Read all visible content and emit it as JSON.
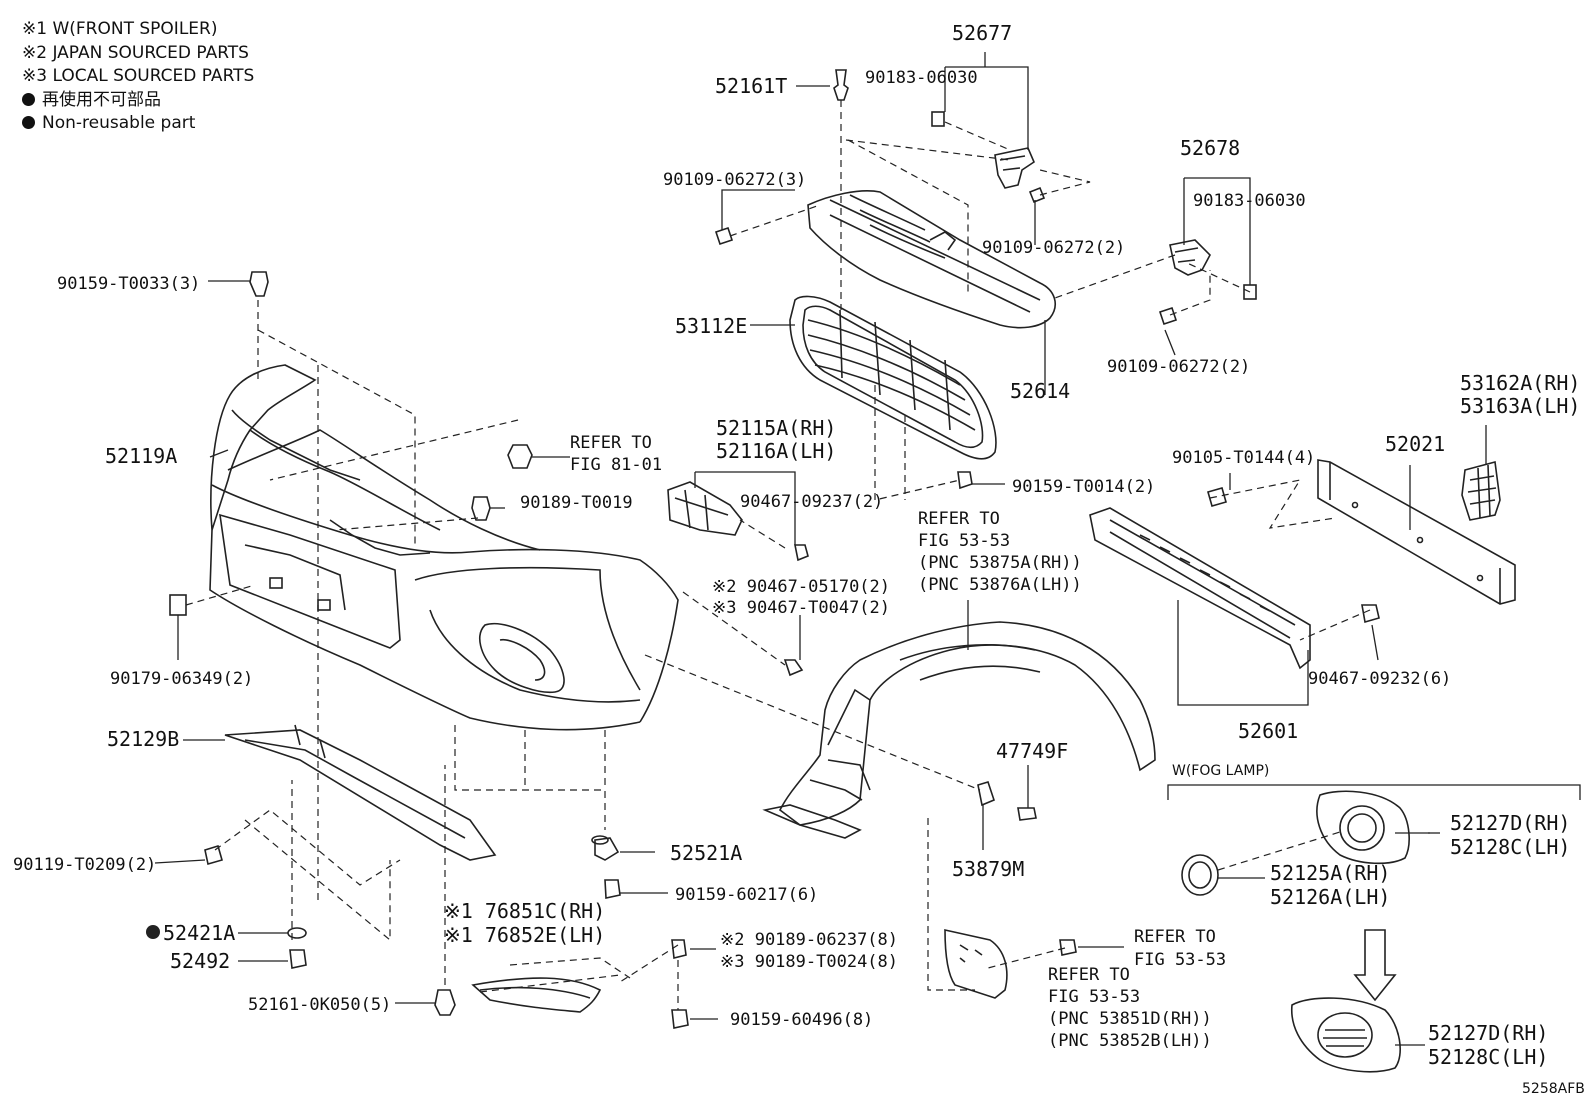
{
  "notes": [
    "※1 W(FRONT SPOILER)",
    "※2 JAPAN SOURCED PARTS",
    "※3 LOCAL SOURCED PARTS",
    "再使用不可部品",
    "Non-reusable part"
  ],
  "labels": {
    "p52677": "52677",
    "p90183_a": "90183-06030",
    "p52161T": "52161T",
    "p90109_a": "90109-06272(3)",
    "p90109_b": "90109-06272(2)",
    "p52678": "52678",
    "p90183_b": "90183-06030",
    "p90159_T0033": "90159-T0033(3)",
    "p53112E": "53112E",
    "p52614": "52614",
    "p90109_c": "90109-06272(2)",
    "p53162A": "53162A(RH)",
    "p53163A": "53163A(LH)",
    "p52119A": "52119A",
    "refer81_1": "REFER TO",
    "refer81_2": "FIG 81-01",
    "p90189_T0019": "90189-T0019",
    "p52115A": "52115A(RH)",
    "p52116A": "52116A(LH)",
    "p90467_09237": "90467-09237(2)",
    "p52021": "52021",
    "p90105_T0144": "90105-T0144(4)",
    "p90159_T0014": "90159-T0014(2)",
    "refer5353a_1": "REFER TO",
    "refer5353a_2": "FIG 53-53",
    "refer5353a_3": "(PNC 53875A(RH))",
    "refer5353a_4": "(PNC 53876A(LH))",
    "p90467_05170": "※2 90467-05170(2)",
    "p90467_T0047": "※3 90467-T0047(2)",
    "p90179_06349": "90179-06349(2)",
    "p90467_09232": "90467-09232(6)",
    "p52601": "52601",
    "p52129B": "52129B",
    "p47749F": "47749F",
    "fog_title": "W(FOG LAMP)",
    "p52127D_a": "52127D(RH)",
    "p52128C_a": "52128C(LH)",
    "p52125A": "52125A(RH)",
    "p52126A": "52126A(LH)",
    "p90119_T0209": "90119-T0209(2)",
    "p52521A": "52521A",
    "p53879M": "53879M",
    "p90159_60217": "90159-60217(6)",
    "p52421A": "52421A",
    "p76851C": "※1 76851C(RH)",
    "p76852E": "※1 76852E(LH)",
    "p52492": "52492",
    "p90189_06237": "※2 90189-06237(8)",
    "p90189_T0024": "※3 90189-T0024(8)",
    "refer5353b_1": "REFER TO",
    "refer5353b_2": "FIG 53-53",
    "refer5353c_1": "REFER TO",
    "refer5353c_2": "FIG 53-53",
    "refer5353c_3": "(PNC 53851D(RH))",
    "refer5353c_4": "(PNC 53852B(LH))",
    "p52161_0K050": "52161-0K050(5)",
    "p90159_60496": "90159-60496(8)",
    "p52127D_b": "52127D(RH)",
    "p52128C_b": "52128C(LH)",
    "code": "5258AFB"
  }
}
